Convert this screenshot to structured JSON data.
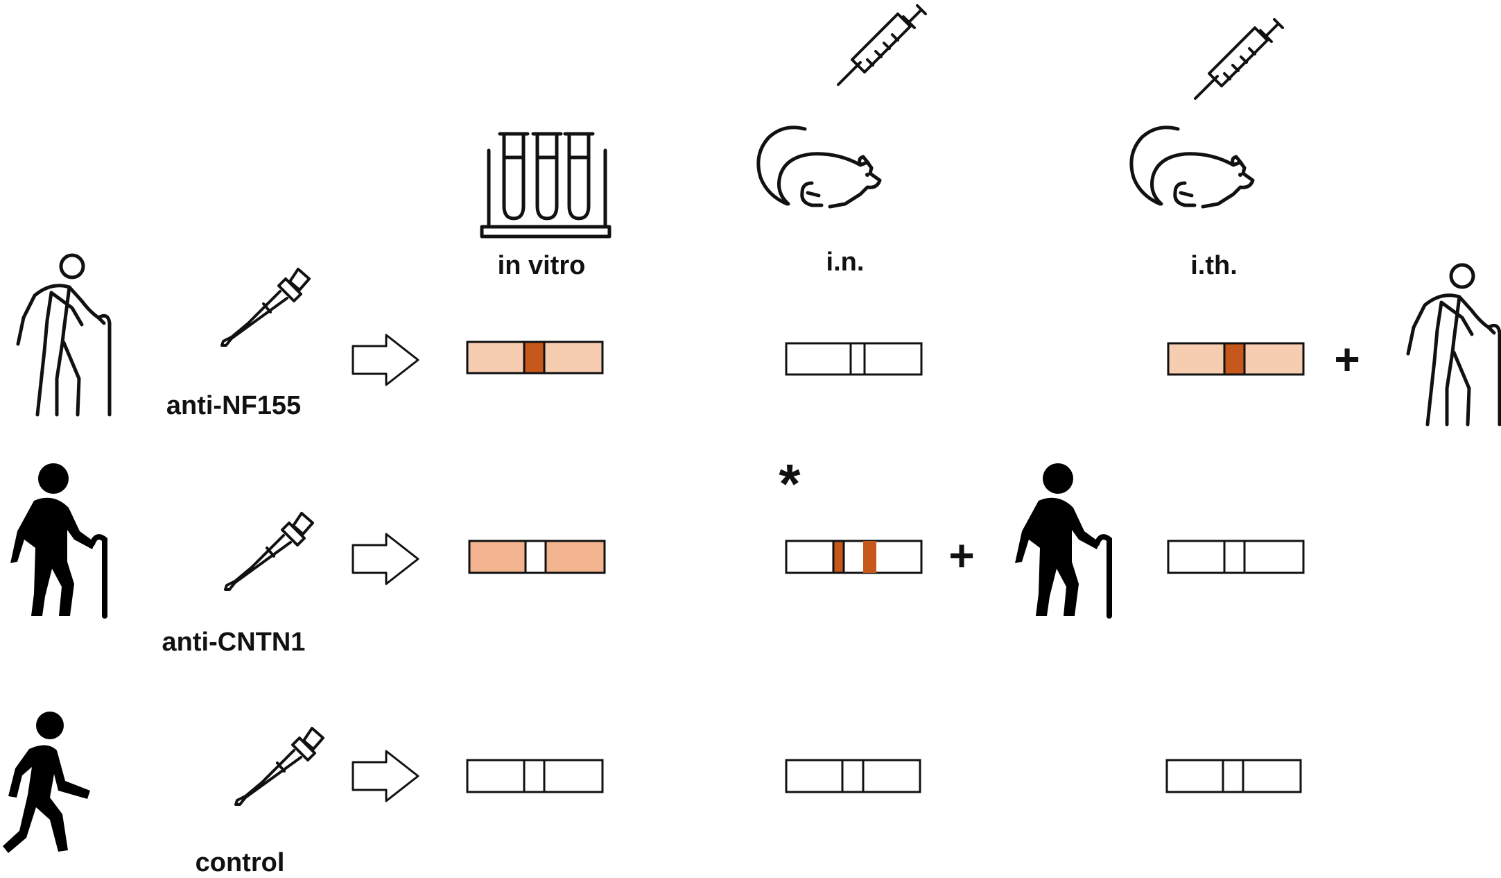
{
  "columns": [
    {
      "key": "in_vitro",
      "label": "in vitro",
      "icon": "test-tubes-icon"
    },
    {
      "key": "in",
      "label": "i.n.",
      "icon": "mouse-injection-icon"
    },
    {
      "key": "ith",
      "label": "i.th.",
      "icon": "mouse-injection-icon"
    }
  ],
  "rows": [
    {
      "key": "nf155",
      "label": "anti-NF155",
      "person_icon": "elderly-person-outline-icon"
    },
    {
      "key": "cntn1",
      "label": "anti-CNTN1",
      "person_icon": "elderly-person-filled-icon"
    },
    {
      "key": "control",
      "label": "control",
      "person_icon": "walking-person-icon"
    }
  ],
  "symbols": {
    "plus": "+",
    "asterisk": "*"
  },
  "colors": {
    "band_dark": "#c5581a",
    "fill_light_peach": "#f7cdb2",
    "fill_mid_peach": "#f2b590",
    "outline": "#111111"
  }
}
